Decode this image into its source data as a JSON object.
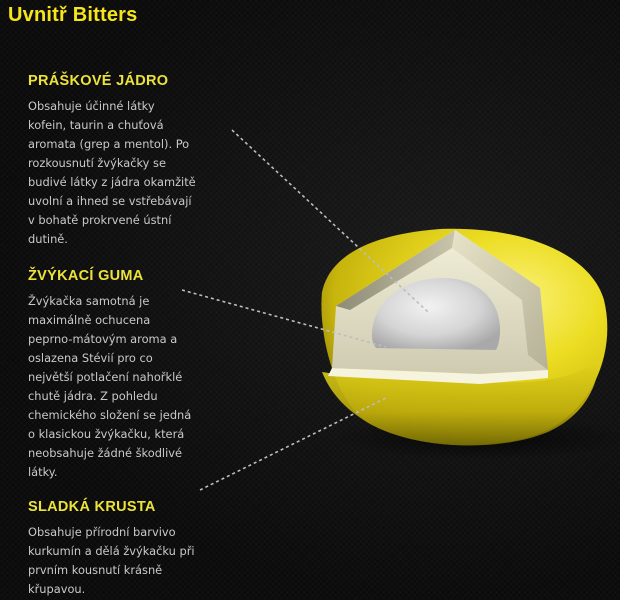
{
  "page": {
    "title": "Uvnitř Bitters"
  },
  "sections": {
    "core": {
      "heading": "PRÁŠKOVÉ JÁDRO",
      "text": "Obsahuje účinné látky\nkofein, taurin a chuťová\naromata (grep a mentol). Po\nrozkousnutí žvýkačky se\nbudivé látky z jádra okamžitě\nuvolní a ihned se vstřebávají\nv bohatě prokrvené ústní\ndutině."
    },
    "gum": {
      "heading": "ŽVÝKACÍ GUMA",
      "text": "Žvýkačka samotná je\nmaximálně ochucena\npeprno-mátovým aroma a\noslazena Stévií pro co\nnejvětší potlačení nahořklé\nchutě jádra. Z pohledu\nchemického složení se jedná\no klasickou žvýkačku, která\nneobsahuje žádné škodlivé\nlátky."
    },
    "crust": {
      "heading": "SLADKÁ KRUSTA",
      "text": "Obsahuje přírodní barvivo\nkurkumín a dělá žvýkačku při\nprvním kousnutí krásně\nkřupavou."
    }
  },
  "colors": {
    "background": "#0d0d0d",
    "title": "#f5e51a",
    "heading": "#ece33a",
    "body_text": "#c9c9c9",
    "crust_yellow": "#e6d81c",
    "gum_cream": "#e9e6cf",
    "core_white": "#d9d9d9",
    "leader_line": "#bdbdbd"
  }
}
